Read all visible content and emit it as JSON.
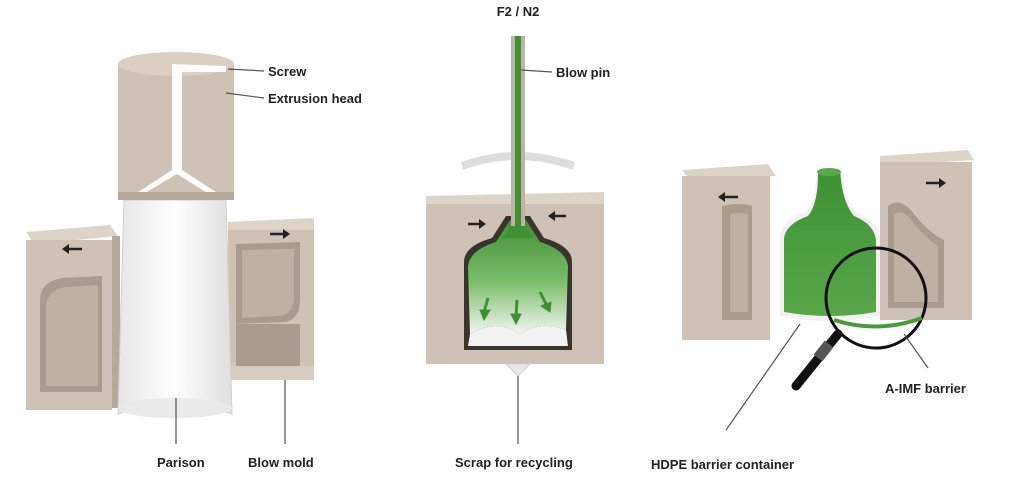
{
  "labels": {
    "screw": "Screw",
    "extrusion_head": "Extrusion head",
    "parison": "Parison",
    "blow_mold": "Blow mold",
    "gas": "F2 / N2",
    "blow_pin": "Blow pin",
    "scrap": "Scrap for recycling",
    "barrier_container": "HDPE barrier container",
    "barrier_layer": "A-IMF barrier"
  },
  "colors": {
    "mold": "#cdc2b5",
    "mold_dark": "#a99c8e",
    "plastic": "#f4f4f4",
    "fluorinated": "#4a9a3c",
    "leader": "#555555"
  }
}
